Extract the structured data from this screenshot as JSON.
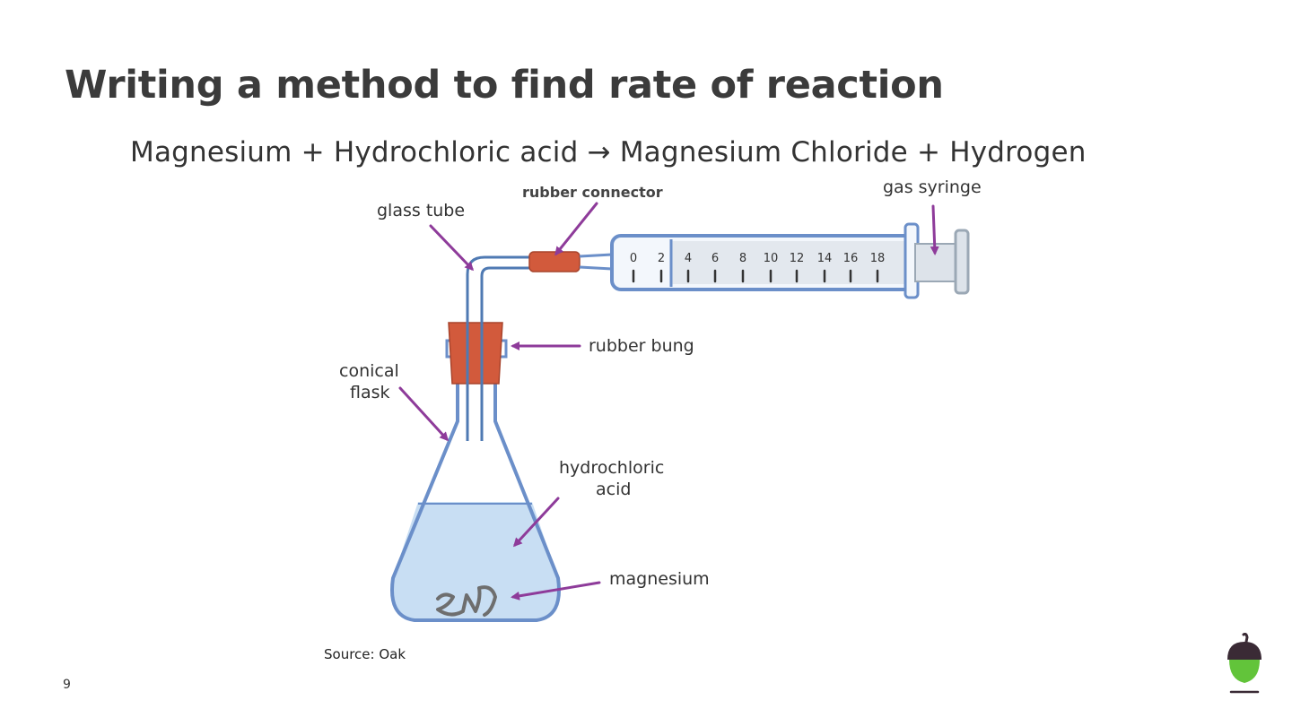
{
  "slide": {
    "title": "Writing a method to find rate of reaction",
    "equation": "Magnesium + Hydrochloric acid → Magnesium Chloride + Hydrogen",
    "source": "Source: Oak",
    "page_number": "9"
  },
  "diagram": {
    "labels": {
      "rubber_connector": "rubber connector",
      "gas_syringe": "gas syringe",
      "glass_tube": "glass tube",
      "rubber_bung": "rubber bung",
      "conical_flask_line1": "conical",
      "conical_flask_line2": "flask",
      "hydrochloric_acid_line1": "hydrochloric",
      "hydrochloric_acid_line2": "acid",
      "magnesium": "magnesium"
    },
    "syringe_scale": [
      "0",
      "2",
      "4",
      "6",
      "8",
      "10",
      "12",
      "14",
      "16",
      "18"
    ]
  },
  "colors": {
    "arrow": "#8e3b9a",
    "glass_outline": "#6b8fc9",
    "liquid": "#c8def3",
    "rubber": "#d25a3c",
    "logo_green": "#62c43a",
    "logo_dark": "#3a2a35"
  }
}
